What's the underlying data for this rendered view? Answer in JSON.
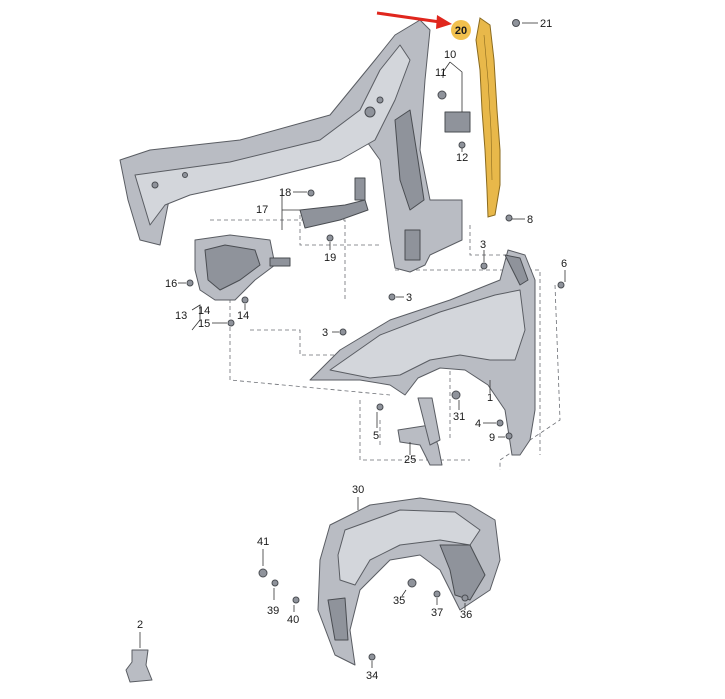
{
  "diagram": {
    "highlight_color": "#f2c14e",
    "arrow_color": "#e0261d",
    "highlight_part_color": "#e8b84a",
    "callouts": [
      {
        "id": "c20",
        "label": "20",
        "highlighted": true
      },
      {
        "id": "c21",
        "label": "21"
      },
      {
        "id": "c10",
        "label": "10"
      },
      {
        "id": "c11",
        "label": "11"
      },
      {
        "id": "c12",
        "label": "12"
      },
      {
        "id": "c18",
        "label": "18"
      },
      {
        "id": "c17",
        "label": "17"
      },
      {
        "id": "c19",
        "label": "19"
      },
      {
        "id": "c8",
        "label": "8"
      },
      {
        "id": "c3a",
        "label": "3"
      },
      {
        "id": "c3b",
        "label": "3"
      },
      {
        "id": "c3c",
        "label": "3"
      },
      {
        "id": "c6",
        "label": "6"
      },
      {
        "id": "c16",
        "label": "16"
      },
      {
        "id": "c14a",
        "label": "14"
      },
      {
        "id": "c14b",
        "label": "14"
      },
      {
        "id": "c13",
        "label": "13"
      },
      {
        "id": "c15",
        "label": "15"
      },
      {
        "id": "c1",
        "label": "1"
      },
      {
        "id": "c31",
        "label": "31"
      },
      {
        "id": "c4",
        "label": "4"
      },
      {
        "id": "c9",
        "label": "9"
      },
      {
        "id": "c5",
        "label": "5"
      },
      {
        "id": "c25",
        "label": "25"
      },
      {
        "id": "c30",
        "label": "30"
      },
      {
        "id": "c41",
        "label": "41"
      },
      {
        "id": "c39",
        "label": "39"
      },
      {
        "id": "c40",
        "label": "40"
      },
      {
        "id": "c35",
        "label": "35"
      },
      {
        "id": "c37",
        "label": "37"
      },
      {
        "id": "c36",
        "label": "36"
      },
      {
        "id": "c2",
        "label": "2"
      },
      {
        "id": "c34",
        "label": "34"
      }
    ]
  }
}
